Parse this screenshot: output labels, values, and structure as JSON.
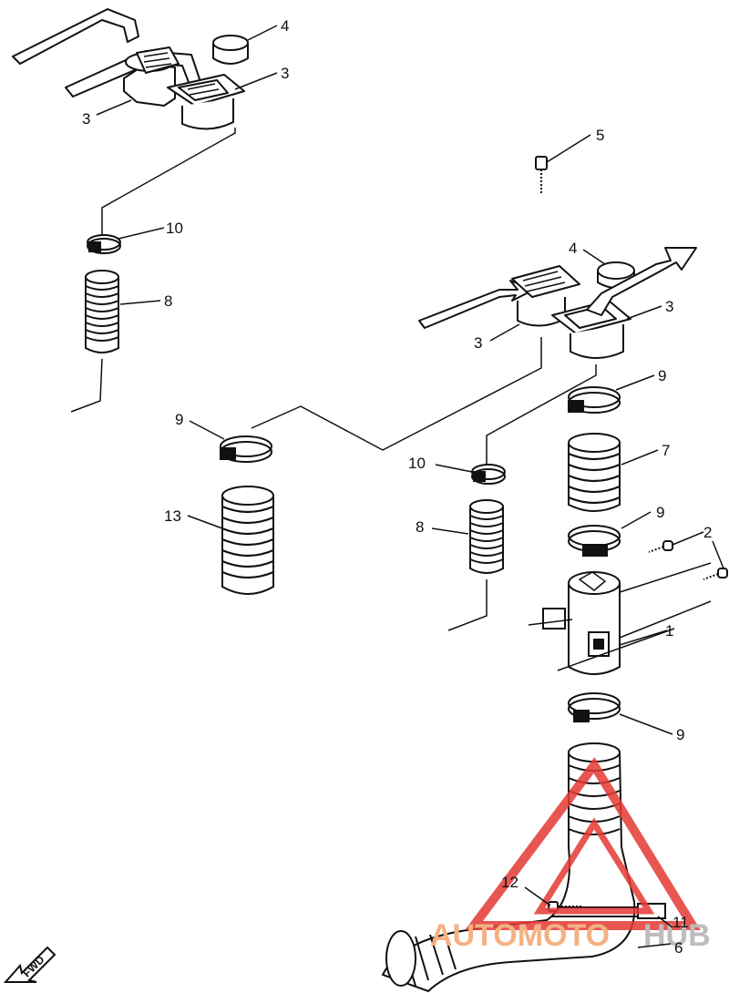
{
  "callouts": [
    {
      "id": "c-4-top",
      "text": "4"
    },
    {
      "id": "c-3-top-right",
      "text": "3"
    },
    {
      "id": "c-3-top-left",
      "text": "3"
    },
    {
      "id": "c-5",
      "text": "5"
    },
    {
      "id": "c-10-left",
      "text": "10"
    },
    {
      "id": "c-8-left",
      "text": "8"
    },
    {
      "id": "c-4-mid",
      "text": "4"
    },
    {
      "id": "c-3-mid-right",
      "text": "3"
    },
    {
      "id": "c-3-mid-left",
      "text": "3"
    },
    {
      "id": "c-9-right-top",
      "text": "9"
    },
    {
      "id": "c-9-left",
      "text": "9"
    },
    {
      "id": "c-10-mid",
      "text": "10"
    },
    {
      "id": "c-7",
      "text": "7"
    },
    {
      "id": "c-13",
      "text": "13"
    },
    {
      "id": "c-8-mid",
      "text": "8"
    },
    {
      "id": "c-9-right-mid",
      "text": "9"
    },
    {
      "id": "c-2",
      "text": "2"
    },
    {
      "id": "c-1",
      "text": "1"
    },
    {
      "id": "c-9-bottom",
      "text": "9"
    },
    {
      "id": "c-12",
      "text": "12"
    },
    {
      "id": "c-11",
      "text": "11"
    },
    {
      "id": "c-6",
      "text": "6"
    }
  ],
  "fwd_label": "FWD",
  "watermark": {
    "part1": "AUTOMOTO",
    "part2": "HUB",
    "color_primary": "#f4b183",
    "color_secondary": "#bdbdbd",
    "logo_color": "#e53935"
  }
}
